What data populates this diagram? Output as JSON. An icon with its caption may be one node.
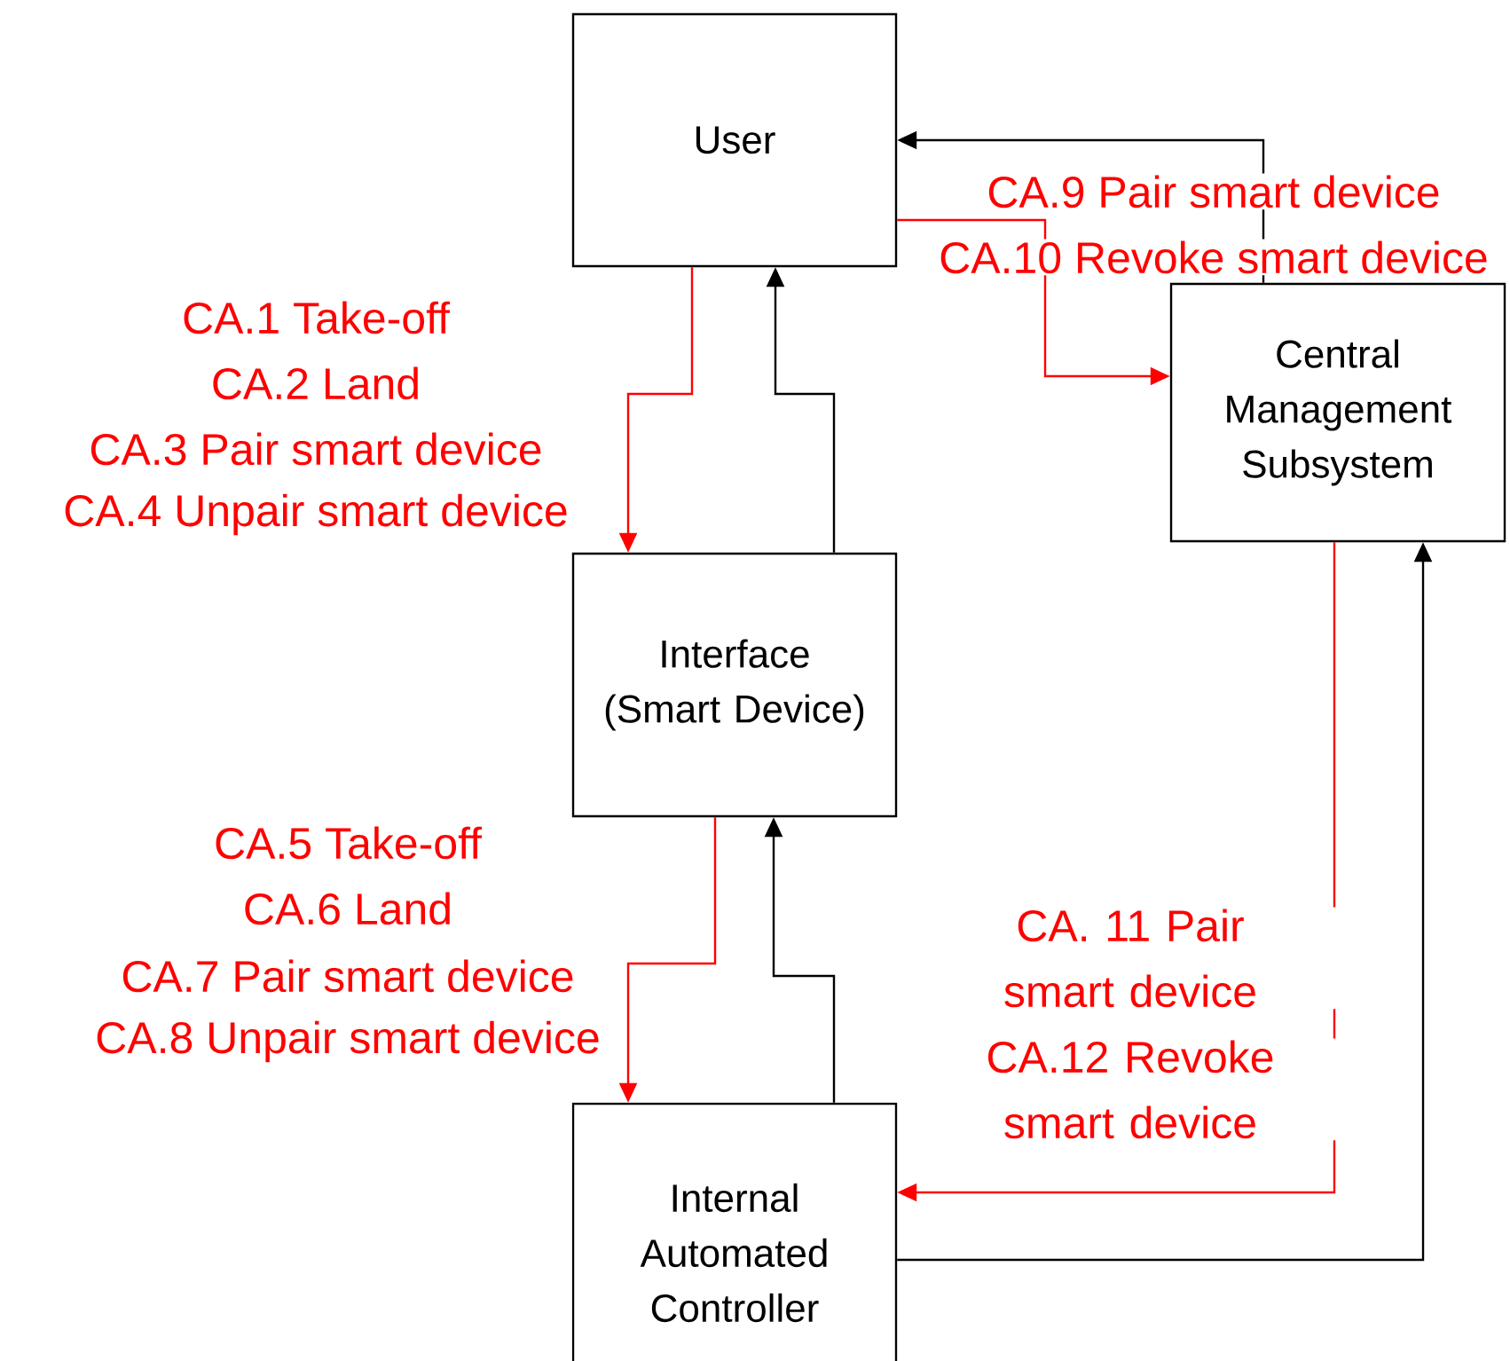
{
  "diagram": {
    "nodes": [
      {
        "text": [
          "User"
        ]
      },
      {
        "text": [
          "Interface (Smart Device)"
        ]
      },
      {
        "text": [
          "Internal Automated Controller"
        ]
      },
      {
        "text": [
          "Central Management Subsystem"
        ]
      }
    ],
    "edges": [
      {
        "from": 0,
        "to": 1,
        "arrow": "to",
        "color": "#ff0000"
      },
      {
        "from": 1,
        "to": 0,
        "arrow": "to",
        "color": "#000000"
      },
      {
        "from": 0,
        "to": 3,
        "arrow": "to",
        "color": "#ff0000"
      },
      {
        "from": 3,
        "to": 0,
        "arrow": "to",
        "color": "#000000"
      },
      {
        "from": 1,
        "to": 2,
        "arrow": "to",
        "color": "#ff0000"
      },
      {
        "from": 2,
        "to": 1,
        "arrow": "to",
        "color": "#000000"
      },
      {
        "from": 3,
        "to": 2,
        "arrow": "to",
        "color": "#ff0000"
      },
      {
        "from": 2,
        "to": 3,
        "arrow": "to",
        "color": "#000000"
      }
    ],
    "labels": [
      "CA.1 Take-off",
      "CA.2 Land",
      "CA.3 Pair smart device",
      "CA.4 Unpair smart device",
      "CA.9 Pair smart device",
      "CA.10 Revoke smart device",
      "CA.5 Take-off",
      "CA.6 Land",
      "CA.7 Pair smart device",
      "CA.8 Unpair smart device",
      "CA. 11 Pair smart device",
      "CA.12 Revoke smart device"
    ]
  }
}
